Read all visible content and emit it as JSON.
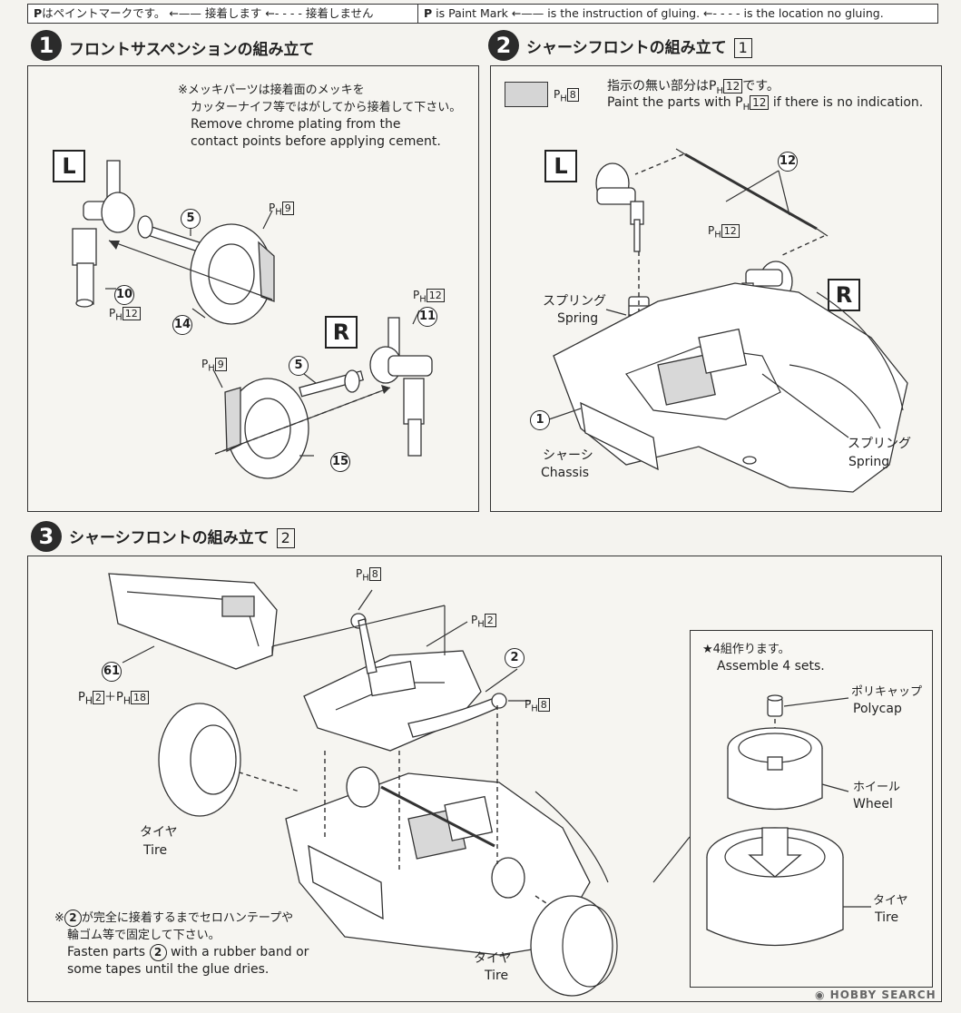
{
  "legend": {
    "jp": {
      "paint": "はペイントマークです。",
      "glue": "接着します",
      "noglue": "接着しません"
    },
    "en": {
      "paint": "is Paint Mark",
      "glue": "is the instruction of gluing.",
      "noglue": "is the location no gluing."
    },
    "p_symbol": "P"
  },
  "step1": {
    "number": "1",
    "title": "フロントサスペンションの組み立て",
    "note_jp_1": "※メッキパーツは接着面のメッキを",
    "note_jp_2": "カッターナイフ等ではがしてから接着して下さい。",
    "note_en_1": "Remove chrome plating from the",
    "note_en_2": "contact points before applying cement.",
    "label_left": "L",
    "label_right": "R",
    "parts": [
      "5",
      "10",
      "14",
      "11",
      "5",
      "15"
    ],
    "paint": [
      "9",
      "12",
      "12",
      "9"
    ]
  },
  "step2": {
    "number": "2",
    "title": "シャーシフロントの組み立て",
    "sub_number": "1",
    "swatch_code": "8",
    "note_jp": "指示の無い部分は",
    "note_jp_code": "12",
    "note_jp_tail": "です。",
    "note_en_head": "Paint the parts with",
    "note_en_code": "12",
    "note_en_tail": "if there is no indication.",
    "label_left": "L",
    "label_right": "R",
    "part_12": "12",
    "paint_12": "12",
    "spring_jp": "スプリング",
    "spring_en": "Spring",
    "part_1": "1",
    "chassis_jp": "シャーシ",
    "chassis_en": "Chassis",
    "spring2_jp": "スプリング",
    "spring2_en": "Spring"
  },
  "step3": {
    "number": "3",
    "title": "シャーシフロントの組み立て",
    "sub_number": "2",
    "paint_8_top": "8",
    "paint_2": "2",
    "part_2": "2",
    "paint_8_right": "8",
    "part_61": "61",
    "paint_61_a": "2",
    "paint_61_b": "18",
    "plus": "＋",
    "tire_jp": "タイヤ",
    "tire_en": "Tire",
    "tire2_jp": "タイヤ",
    "tire2_en": "Tire",
    "note_jp_1a": "※",
    "note_jp_1b": "が完全に接着するまでセロハンテープや",
    "note_jp_2": "輪ゴム等で固定して下さい。",
    "note_en_1a": "Fasten parts",
    "note_en_1b": "with a rubber band or",
    "note_en_2": "some tapes until the glue dries.",
    "note_part": "2",
    "inset": {
      "title_jp": "★4組作ります。",
      "title_en": "Assemble 4 sets.",
      "polycap_jp": "ポリキャップ",
      "polycap_en": "Polycap",
      "wheel_jp": "ホイール",
      "wheel_en": "Wheel",
      "tire_jp": "タイヤ",
      "tire_en": "Tire"
    }
  },
  "watermark": "HOBBY SEARCH"
}
